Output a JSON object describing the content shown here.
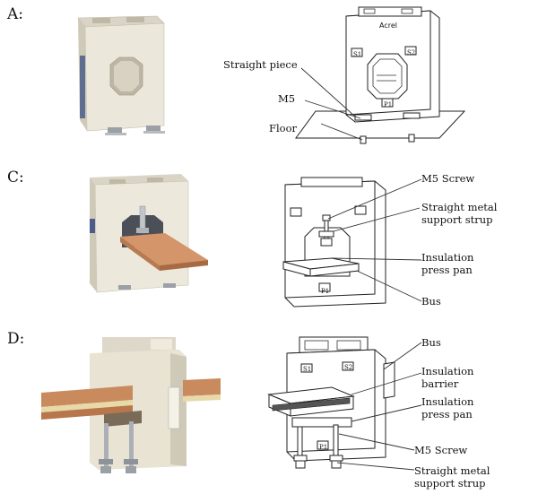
{
  "sections": {
    "a": {
      "label": "A:",
      "callouts": [
        "Straight piece",
        "M5",
        "Floor"
      ]
    },
    "c": {
      "label": "C:",
      "callouts": [
        "M5 Screw",
        "Straight metal",
        "support strup",
        "Insulation",
        "press pan",
        "Bus"
      ]
    },
    "d": {
      "label": "D:",
      "callouts": [
        "Bus",
        "Insulation",
        "barrier",
        "Insulation",
        "press pan",
        "M5 Screw",
        "Straight metal",
        "support strup"
      ]
    }
  },
  "device_markings": {
    "s1": "S1",
    "s2": "S2",
    "p1": "P1",
    "brand": "Acrel"
  },
  "colors": {
    "housing": "#e6e1d3",
    "housing_shadow": "#cfc9b8",
    "copper": "#c98a5e",
    "copper_dark": "#a86a43",
    "metal": "#b8bcc0"
  }
}
